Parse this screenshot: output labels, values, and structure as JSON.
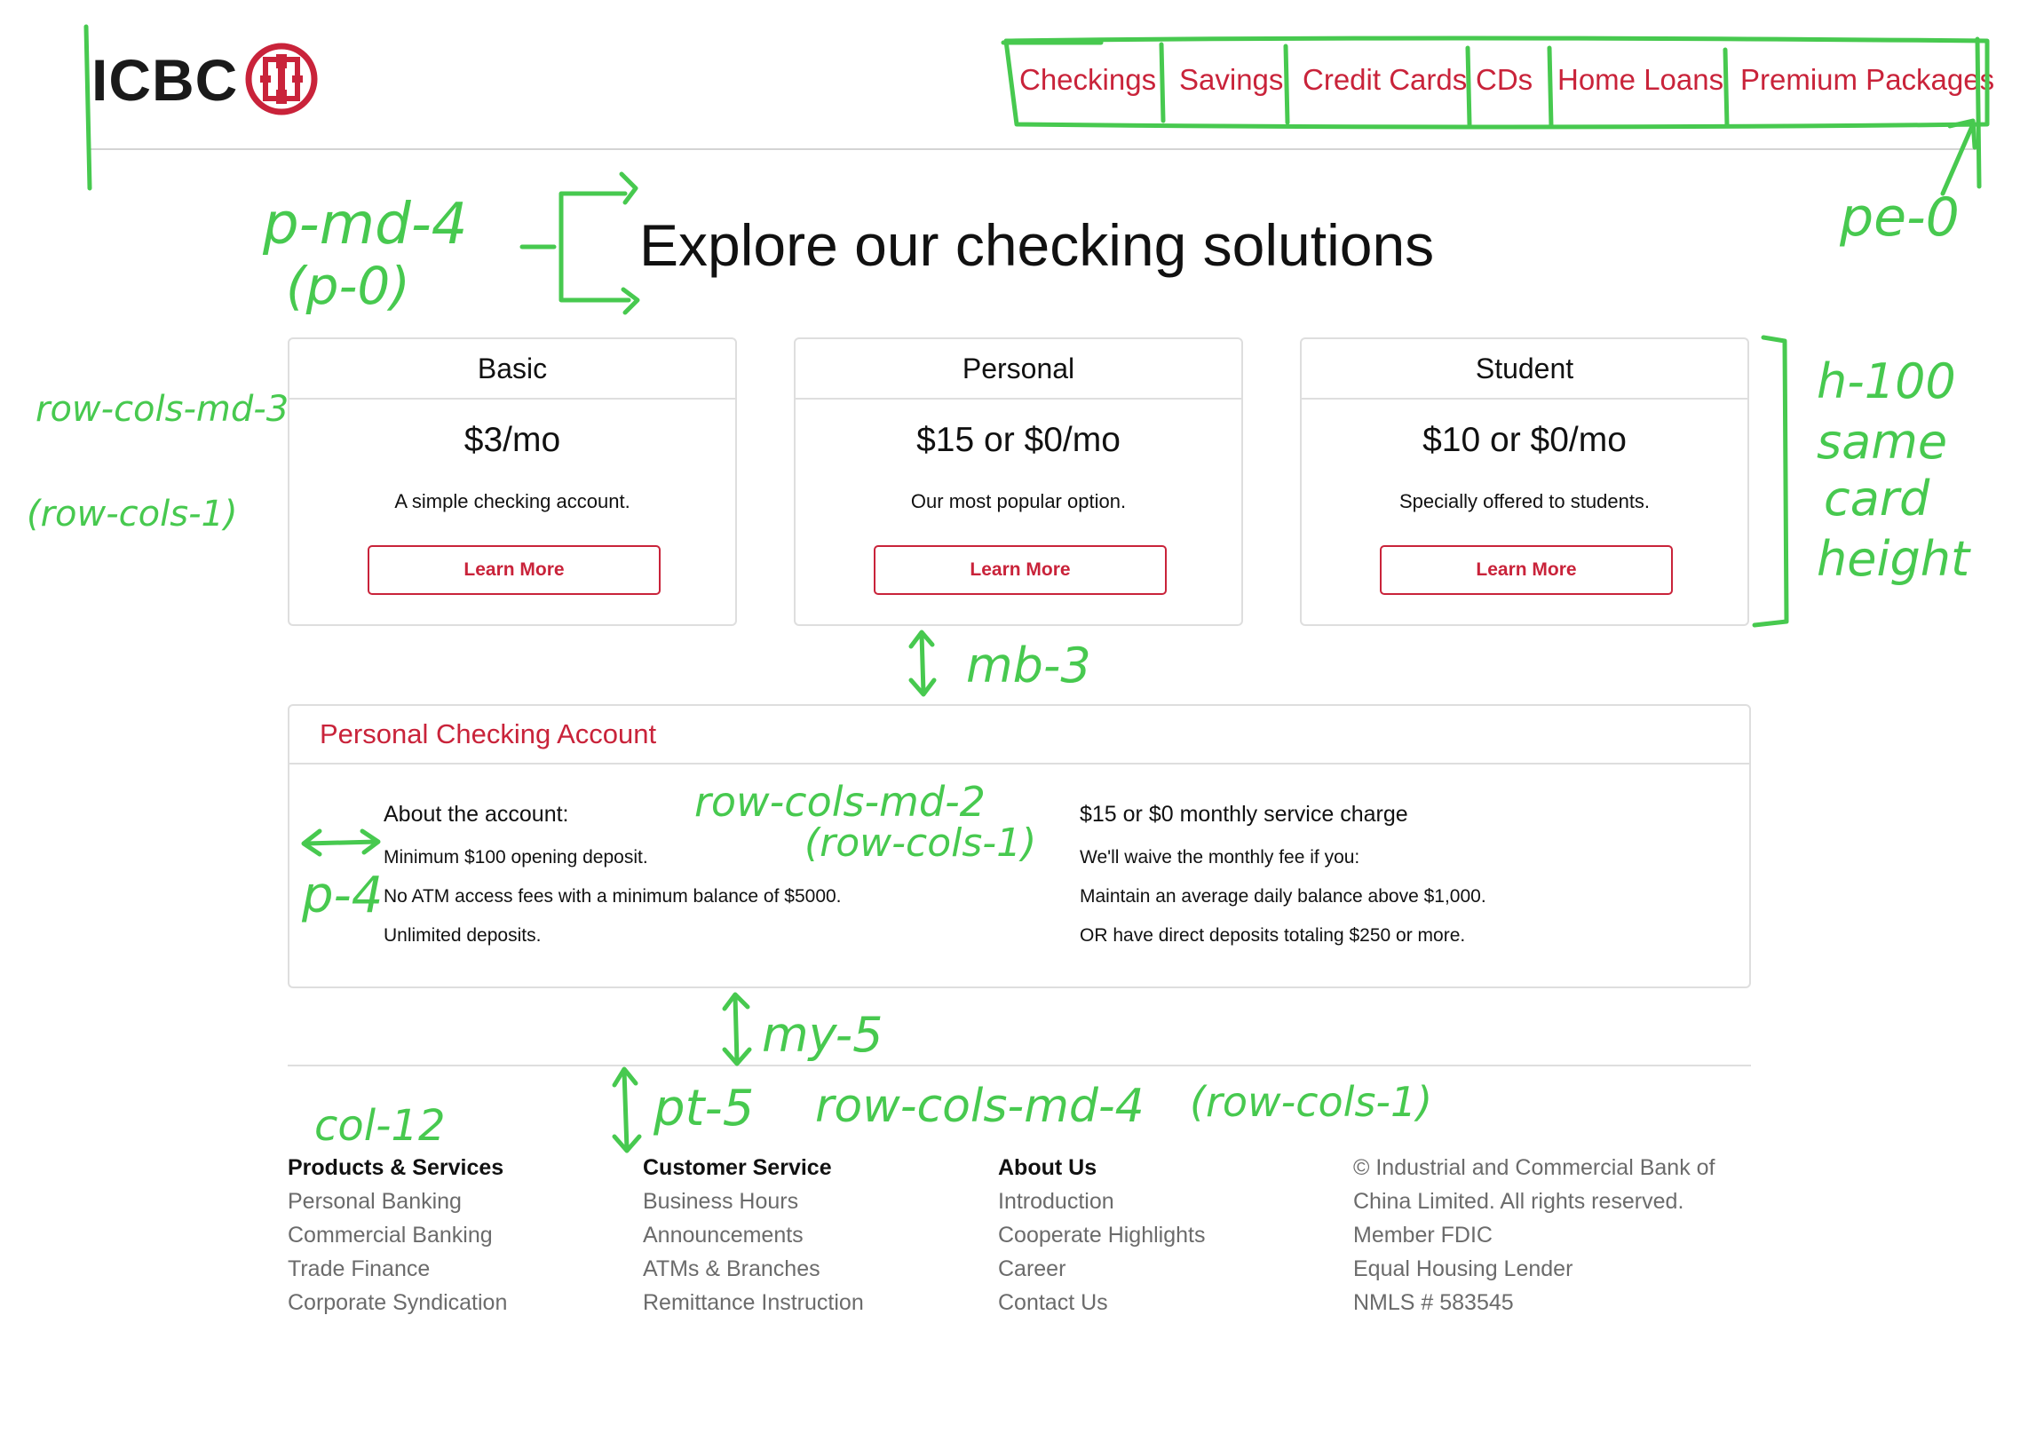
{
  "brand": {
    "name": "ICBC",
    "accent": "#c9233a"
  },
  "nav": {
    "items": [
      "Checkings",
      "Savings",
      "Credit Cards",
      "CDs",
      "Home Loans",
      "Premium Packages"
    ]
  },
  "page_title": "Explore our checking solutions",
  "cards": [
    {
      "title": "Basic",
      "price": "$3/mo",
      "desc": "A simple checking account.",
      "button": "Learn More"
    },
    {
      "title": "Personal",
      "price": "$15 or $0/mo",
      "desc": "Our most popular option.",
      "button": "Learn More"
    },
    {
      "title": "Student",
      "price": "$10 or $0/mo",
      "desc": "Specially offered to students.",
      "button": "Learn More"
    }
  ],
  "detail": {
    "title": "Personal Checking Account",
    "left": {
      "heading": "About the account:",
      "lines": [
        "Minimum $100 opening deposit.",
        "No ATM access fees with a minimum balance of $5000.",
        "Unlimited deposits."
      ]
    },
    "right": {
      "heading": "$15 or $0 monthly service charge",
      "lines": [
        "We'll waive the monthly fee if you:",
        "Maintain an average daily balance above $1,000.",
        "OR have direct deposits totaling $250 or more."
      ]
    }
  },
  "footer": {
    "columns": [
      {
        "heading": "Products & Services",
        "links": [
          "Personal Banking",
          "Commercial Banking",
          "Trade Finance",
          "Corporate Syndication"
        ]
      },
      {
        "heading": "Customer Service",
        "links": [
          "Business Hours",
          "Announcements",
          "ATMs & Branches",
          "Remittance Instruction"
        ]
      },
      {
        "heading": "About Us",
        "links": [
          "Introduction",
          "Cooperate Highlights",
          "Career",
          "Contact Us"
        ]
      },
      {
        "heading": "",
        "links": [
          "© Industrial and Commercial Bank of",
          "China Limited. All rights reserved.",
          "Member FDIC",
          "Equal Housing Lender",
          "NMLS # 583545"
        ]
      }
    ]
  },
  "annotations": {
    "padding_title": "p-md-4",
    "padding_title_small": "(p-0)",
    "nav_padding": "pe-0",
    "row_cols_md3": "row-cols-md-3",
    "row_cols_1a": "(row-cols-1)",
    "h100": "h-100",
    "same": "same",
    "card": "card",
    "height": "height",
    "mb3": "mb-3",
    "row_cols_md2": "row-cols-md-2",
    "row_cols_1b": "(row-cols-1)",
    "p4": "p-4",
    "my5": "my-5",
    "col12": "col-12",
    "pt5": "pt-5",
    "row_cols_md4": "row-cols-md-4",
    "row_cols_1c": "(row-cols-1)",
    "color": "#47c94f"
  }
}
